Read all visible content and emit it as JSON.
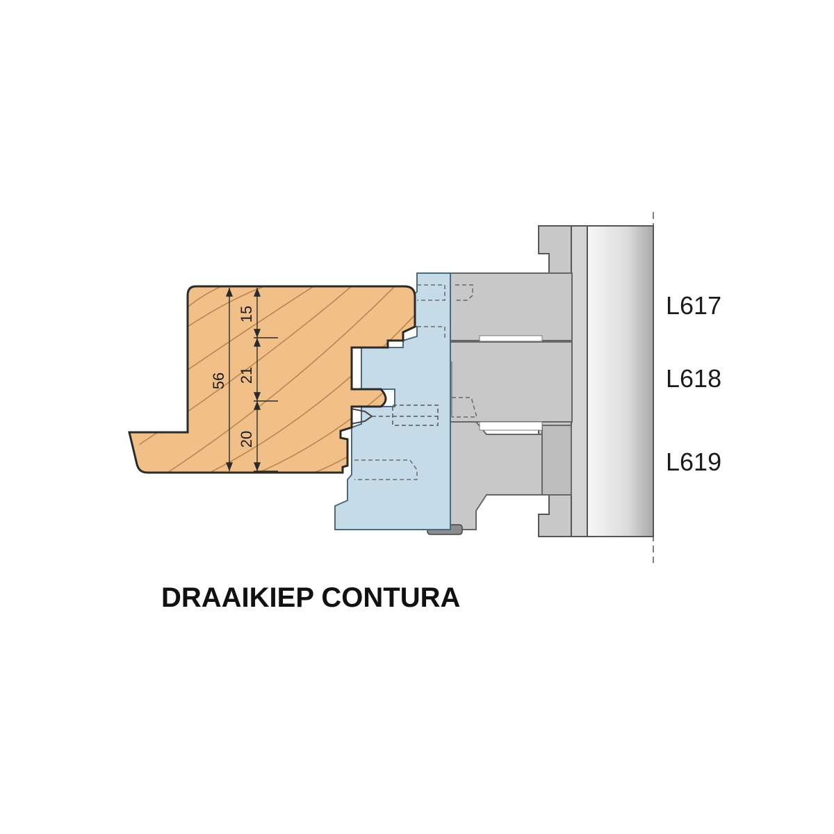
{
  "title": "DRAAIKIEP CONTURA",
  "dimensions": {
    "total": "56",
    "top": "15",
    "middle": "21",
    "bottom": "20"
  },
  "tool_codes": [
    "L617",
    "L618",
    "L619"
  ],
  "colors": {
    "wood": "#f1c089",
    "wood_grain": "#b07c4a",
    "blade": "#c5dbe8",
    "tool_body": "#c8c8c8",
    "tool_dark": "#9a9a9a",
    "spindle": "#e6e6e6",
    "outline": "#2a2a2a"
  }
}
